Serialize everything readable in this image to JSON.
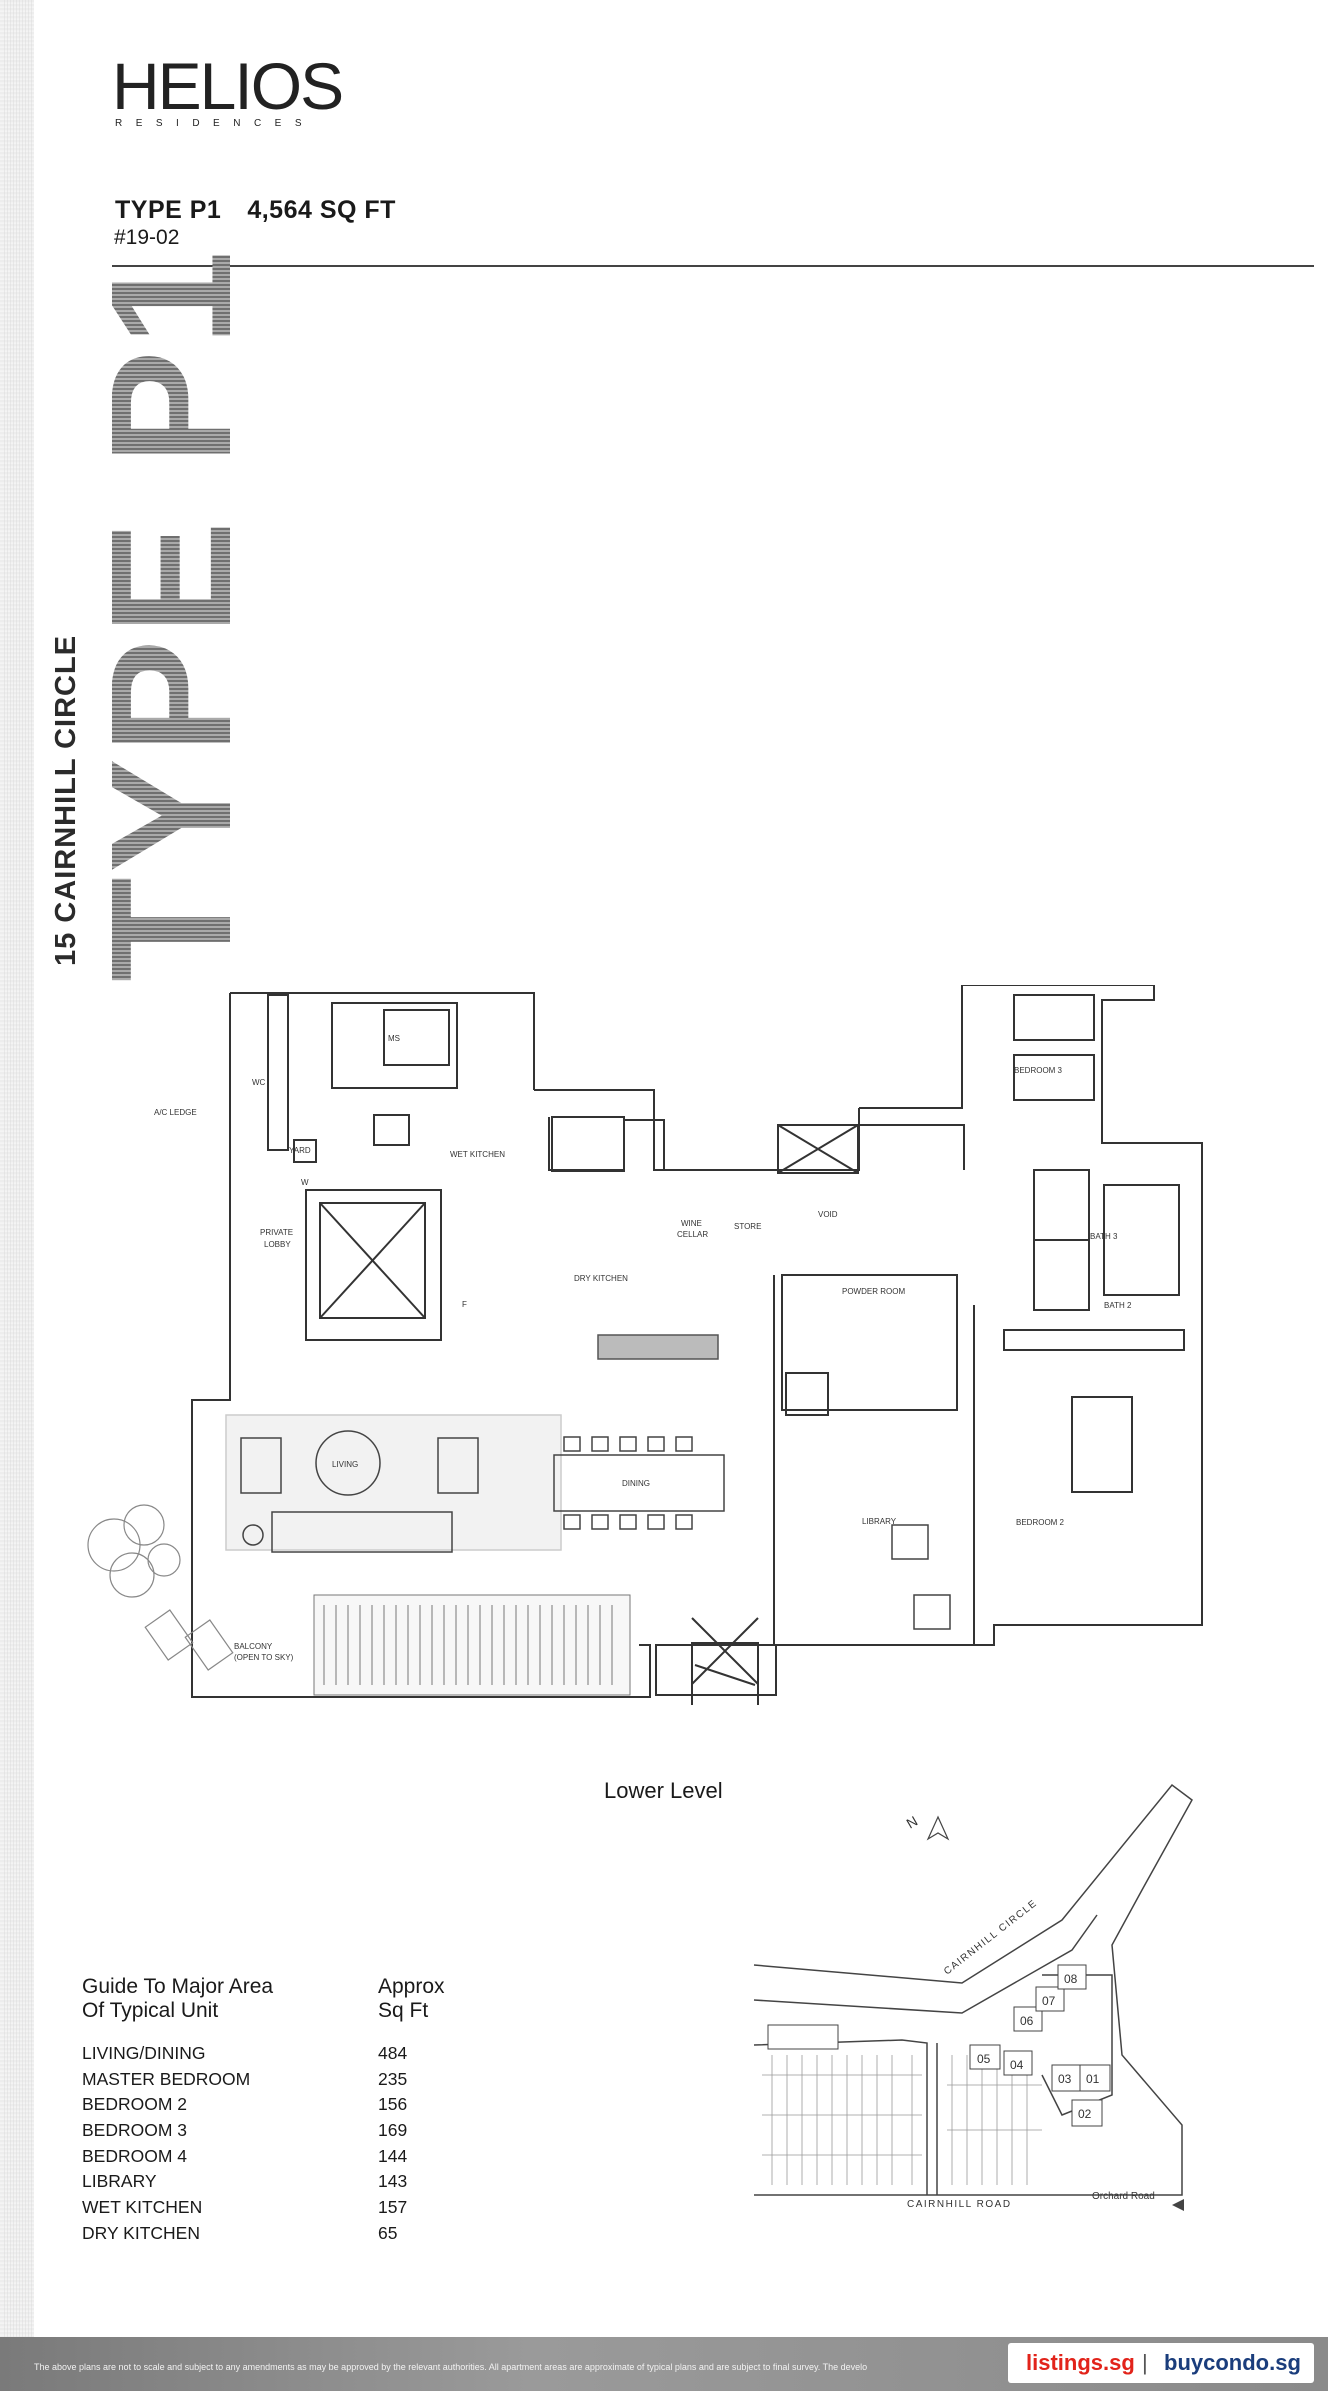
{
  "brand": {
    "logo_main": "HELIOS",
    "logo_sub": "RESIDENCES"
  },
  "unit": {
    "type_label": "TYPE P1",
    "area": "4,564 SQ FT",
    "unit_number": "#19-02"
  },
  "sidebar": {
    "address": "15 CAIRNHILL CIRCLE",
    "big_type": "TYPE P1"
  },
  "floor_plan": {
    "caption": "Lower Level",
    "rooms": {
      "ms": "MS",
      "wc": "WC",
      "ac_ledge": "A/C LEDGE",
      "yard": "YARD",
      "wet_kitchen": "WET KITCHEN",
      "w": "W",
      "private_lobby_1": "PRIVATE",
      "private_lobby_2": "LOBBY",
      "f": "F",
      "wine_cellar_1": "WINE",
      "wine_cellar_2": "CELLAR",
      "store": "STORE",
      "dry_kitchen": "DRY KITCHEN",
      "void": "VOID",
      "bedroom_3": "BEDROOM 3",
      "bath_3": "BATH 3",
      "bath_2": "BATH 2",
      "powder_room": "POWDER ROOM",
      "living": "LIVING",
      "dining": "DINING",
      "library": "LIBRARY",
      "bedroom_2": "BEDROOM 2",
      "balcony_1": "BALCONY",
      "balcony_2": "(OPEN TO SKY)"
    }
  },
  "area_guide": {
    "heading_col1_line1": "Guide To Major Area",
    "heading_col1_line2": "Of Typical Unit",
    "heading_col2_line1": "Approx",
    "heading_col2_line2": "Sq Ft",
    "rows": [
      {
        "name": "LIVING/DINING",
        "value": "484"
      },
      {
        "name": "MASTER BEDROOM",
        "value": "235"
      },
      {
        "name": "BEDROOM 2",
        "value": "156"
      },
      {
        "name": "BEDROOM 3",
        "value": "169"
      },
      {
        "name": "BEDROOM 4",
        "value": "144"
      },
      {
        "name": "LIBRARY",
        "value": "143"
      },
      {
        "name": "WET KITCHEN",
        "value": "157"
      },
      {
        "name": "DRY KITCHEN",
        "value": "65"
      }
    ]
  },
  "site_plan": {
    "north": "N",
    "road_circle": "CAIRNHILL CIRCLE",
    "road_main": "CAIRNHILL ROAD",
    "road_orchard": "Orchard Road",
    "blocks": [
      "01",
      "02",
      "03",
      "04",
      "05",
      "06",
      "07",
      "08"
    ]
  },
  "footer": {
    "disclaimer": "The above plans are not to scale and subject to any amendments as may be approved by the relevant authorities. All apartment areas are approximate of typical plans and are subject to final survey. The develo",
    "brand_1": "listings.sg",
    "separator": "|",
    "brand_2": "buycondo.sg"
  }
}
